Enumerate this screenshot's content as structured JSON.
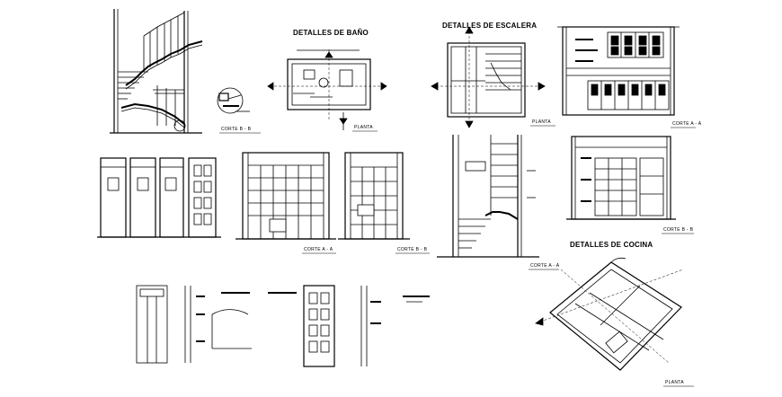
{
  "titles": {
    "bano": "DETALLES DE BAÑO",
    "escalera": "DETALLES DE ESCALERA",
    "cocina": "DETALLES DE COCINA"
  },
  "captions": {
    "stair_section": "CORTE B - B",
    "bath_plan": "PLANTA",
    "stair_plan": "PLANTA",
    "kitchen_elev_top": "CORTE A - A",
    "bath_section_aa": "CORTE A - A",
    "bath_section_bb": "CORTE B - B",
    "stair_section_aa": "CORTE A - A",
    "kitchen_elev_bottom": "CORTE B - B",
    "kitchen_plan": "PLANTA"
  },
  "colors": {
    "ink": "#000000",
    "paper": "#ffffff"
  }
}
